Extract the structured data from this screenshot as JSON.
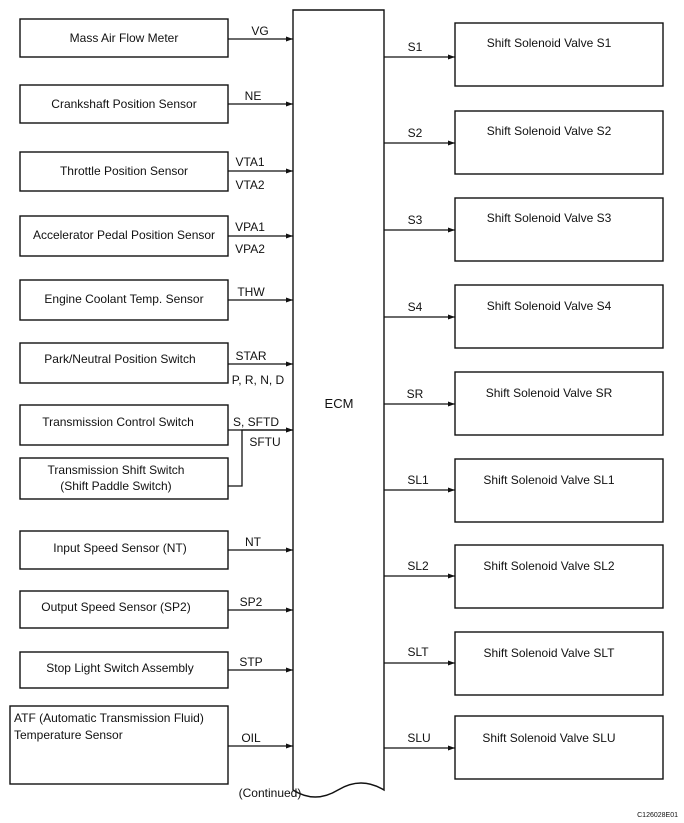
{
  "ecm": {
    "label": "ECM"
  },
  "inputs": [
    {
      "lines": [
        "Mass Air Flow Meter"
      ],
      "signals": [
        "VG"
      ]
    },
    {
      "lines": [
        "Crankshaft Position Sensor"
      ],
      "signals": [
        "NE"
      ]
    },
    {
      "lines": [
        "Throttle Position Sensor"
      ],
      "signals": [
        "VTA1",
        "VTA2"
      ]
    },
    {
      "lines": [
        "Accelerator Pedal Position Sensor"
      ],
      "signals": [
        "VPA1",
        "VPA2"
      ]
    },
    {
      "lines": [
        "Engine Coolant Temp. Sensor"
      ],
      "signals": [
        "THW"
      ]
    },
    {
      "lines": [
        "Park/Neutral Position Switch"
      ],
      "signals": [
        "STAR",
        "P, R, N, D"
      ]
    },
    {
      "lines": [
        "Transmission Control Switch"
      ],
      "signals": [
        "S, SFTD"
      ]
    },
    {
      "lines": [
        "Transmission Shift Switch",
        "(Shift Paddle Switch)"
      ],
      "signals": [
        "SFTU"
      ]
    },
    {
      "lines": [
        "Input Speed Sensor (NT)"
      ],
      "signals": [
        "NT"
      ]
    },
    {
      "lines": [
        "Output Speed Sensor (SP2)"
      ],
      "signals": [
        "SP2"
      ]
    },
    {
      "lines": [
        "Stop Light Switch Assembly"
      ],
      "signals": [
        "STP"
      ]
    },
    {
      "lines": [
        "ATF (Automatic Transmission Fluid)",
        "Temperature Sensor"
      ],
      "signals": [
        "OIL"
      ]
    }
  ],
  "outputs": [
    {
      "label": "Shift Solenoid Valve S1",
      "signal": "S1"
    },
    {
      "label": "Shift Solenoid Valve S2",
      "signal": "S2"
    },
    {
      "label": "Shift Solenoid Valve S3",
      "signal": "S3"
    },
    {
      "label": "Shift Solenoid Valve S4",
      "signal": "S4"
    },
    {
      "label": "Shift Solenoid Valve SR",
      "signal": "SR"
    },
    {
      "label": "Shift Solenoid Valve SL1",
      "signal": "SL1"
    },
    {
      "label": "Shift Solenoid Valve SL2",
      "signal": "SL2"
    },
    {
      "label": "Shift Solenoid Valve SLT",
      "signal": "SLT"
    },
    {
      "label": "Shift Solenoid Valve SLU",
      "signal": "SLU"
    }
  ],
  "continued_label": "(Continued)",
  "figure_code": "C126028E01"
}
